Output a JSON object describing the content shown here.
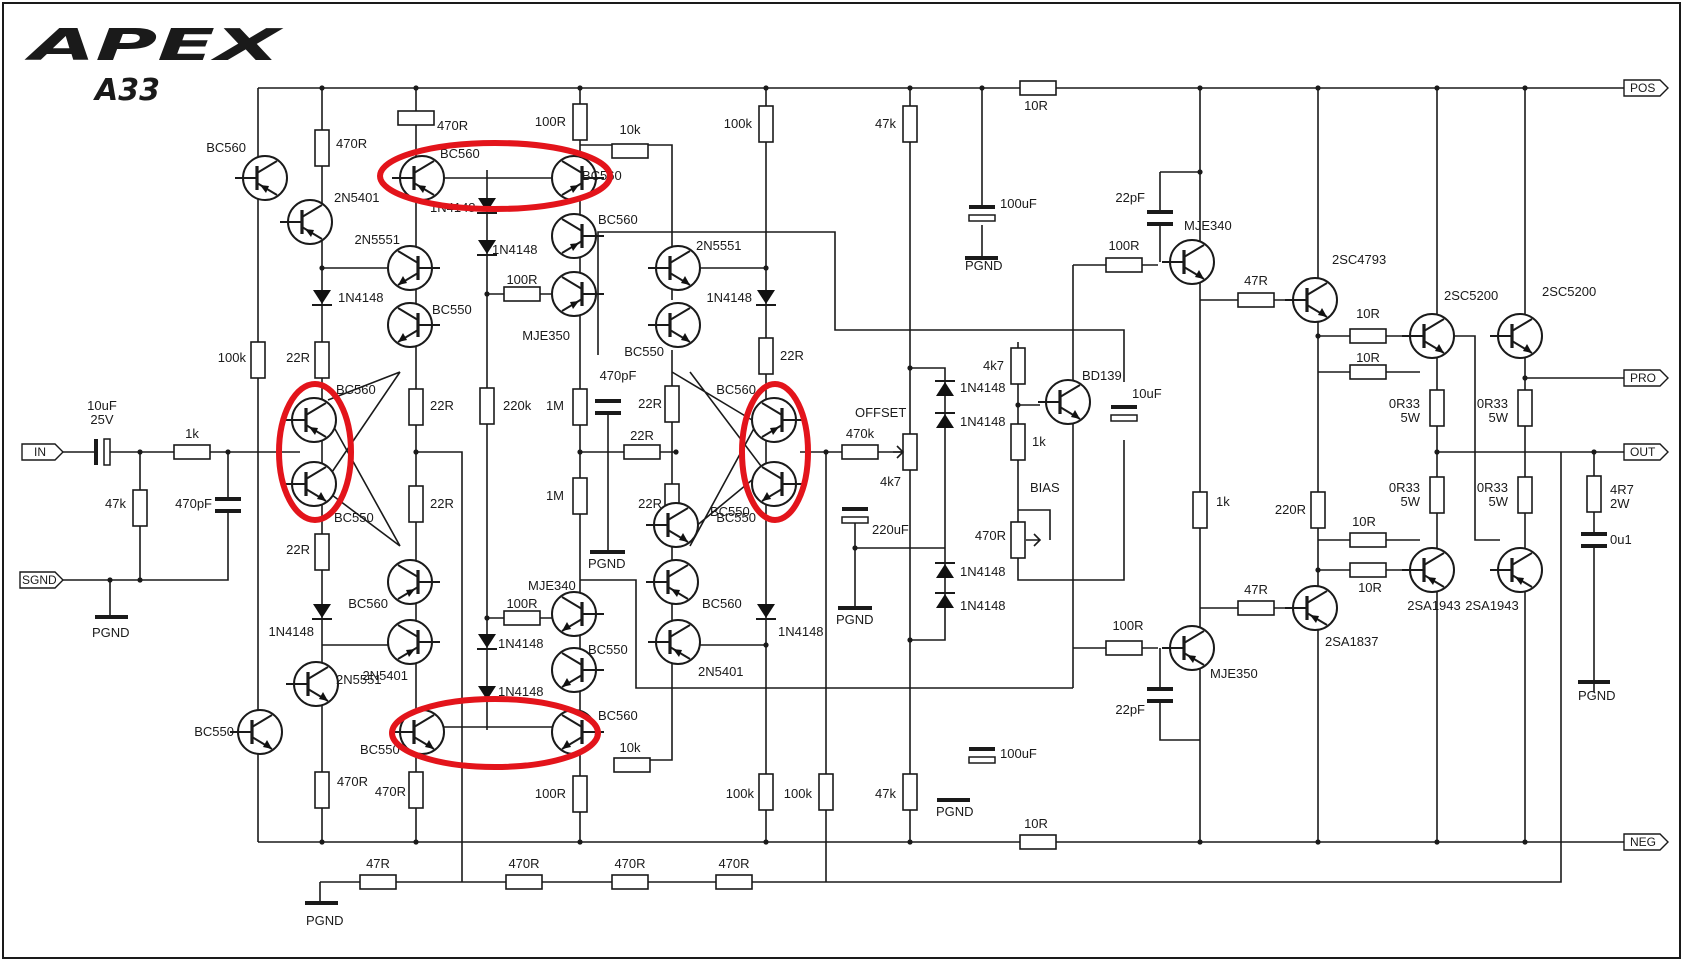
{
  "header": {
    "brand": "APEX",
    "model": "A33"
  },
  "ports": {
    "pos": "POS",
    "neg": "NEG",
    "out": "OUT",
    "pro": "PRO",
    "in": "IN",
    "sgnd": "SGND"
  },
  "labels": {
    "offset": "OFFSET",
    "bias": "BIAS",
    "pgnd": "PGND"
  },
  "transistors": [
    {
      "id": "q1",
      "part": "BC560"
    },
    {
      "id": "q2",
      "part": "2N5401"
    },
    {
      "id": "q3",
      "part": "BC560"
    },
    {
      "id": "q4",
      "part": "BC560"
    },
    {
      "id": "q5",
      "part": "BC560"
    },
    {
      "id": "q6",
      "part": "2N5551"
    },
    {
      "id": "q7",
      "part": "BC550"
    },
    {
      "id": "q8",
      "part": "MJE350"
    },
    {
      "id": "q9",
      "part": "2N5551"
    },
    {
      "id": "q10",
      "part": "BC550"
    },
    {
      "id": "q11",
      "part": "BC560"
    },
    {
      "id": "q12",
      "part": "BC550"
    },
    {
      "id": "q13",
      "part": "BC560"
    },
    {
      "id": "q14",
      "part": "BC550"
    },
    {
      "id": "q15",
      "part": "BC560"
    },
    {
      "id": "q16",
      "part": "2N5401"
    },
    {
      "id": "q17",
      "part": "2N5551"
    },
    {
      "id": "q18",
      "part": "BC550"
    },
    {
      "id": "q19",
      "part": "BC550"
    },
    {
      "id": "q20",
      "part": "MJE340"
    },
    {
      "id": "q21",
      "part": "BC550"
    },
    {
      "id": "q22",
      "part": "BC560"
    },
    {
      "id": "q23",
      "part": "2N5401"
    },
    {
      "id": "q24",
      "part": "BD139"
    },
    {
      "id": "q25",
      "part": "MJE340"
    },
    {
      "id": "q26",
      "part": "2SC4793"
    },
    {
      "id": "q27",
      "part": "2SC5200"
    },
    {
      "id": "q28",
      "part": "2SC5200"
    },
    {
      "id": "q29",
      "part": "MJE350"
    },
    {
      "id": "q30",
      "part": "2SA1837"
    },
    {
      "id": "q31",
      "part": "2SA1943"
    },
    {
      "id": "q32",
      "part": "2SA1943"
    },
    {
      "id": "q33",
      "part": "BC560"
    },
    {
      "id": "q34",
      "part": "BC550"
    }
  ],
  "resistors": [
    {
      "id": "r1",
      "value": "470R"
    },
    {
      "id": "r2",
      "value": "470R"
    },
    {
      "id": "r3",
      "value": "100R"
    },
    {
      "id": "r4",
      "value": "10k"
    },
    {
      "id": "r5",
      "value": "100k"
    },
    {
      "id": "r6",
      "value": "47k"
    },
    {
      "id": "r7",
      "value": "10R"
    },
    {
      "id": "r8",
      "value": "100k"
    },
    {
      "id": "r9",
      "value": "22R"
    },
    {
      "id": "r10",
      "value": "22R"
    },
    {
      "id": "r11",
      "value": "22R"
    },
    {
      "id": "r12",
      "value": "22R"
    },
    {
      "id": "r13",
      "value": "1k"
    },
    {
      "id": "r14",
      "value": "47k"
    },
    {
      "id": "r15",
      "value": "100R"
    },
    {
      "id": "r16",
      "value": "220k"
    },
    {
      "id": "r17",
      "value": "1M"
    },
    {
      "id": "r18",
      "value": "1M"
    },
    {
      "id": "r19",
      "value": "22R"
    },
    {
      "id": "r20",
      "value": "22R"
    },
    {
      "id": "r21",
      "value": "22R"
    },
    {
      "id": "r22",
      "value": "22R"
    },
    {
      "id": "r23",
      "value": "470k"
    },
    {
      "id": "r24",
      "value": "4k7"
    },
    {
      "id": "r25",
      "value": "4k7"
    },
    {
      "id": "r26",
      "value": "1k"
    },
    {
      "id": "r27",
      "value": "470R"
    },
    {
      "id": "r28",
      "value": "100R"
    },
    {
      "id": "r29",
      "value": "47R"
    },
    {
      "id": "r30",
      "value": "10R"
    },
    {
      "id": "r31",
      "value": "10R"
    },
    {
      "id": "r32",
      "value": "0R33\n5W"
    },
    {
      "id": "r33",
      "value": "0R33\n5W"
    },
    {
      "id": "r34",
      "value": "0R33\n5W"
    },
    {
      "id": "r35",
      "value": "0R33\n5W"
    },
    {
      "id": "r36",
      "value": "1k"
    },
    {
      "id": "r37",
      "value": "220R"
    },
    {
      "id": "r38",
      "value": "100R"
    },
    {
      "id": "r39",
      "value": "47R"
    },
    {
      "id": "r40",
      "value": "10R"
    },
    {
      "id": "r41",
      "value": "10R"
    },
    {
      "id": "r42",
      "value": "4R7\n2W"
    },
    {
      "id": "r43",
      "value": "100R"
    },
    {
      "id": "r44",
      "value": "10k"
    },
    {
      "id": "r45",
      "value": "470R"
    },
    {
      "id": "r46",
      "value": "470R"
    },
    {
      "id": "r47",
      "value": "100R"
    },
    {
      "id": "r48",
      "value": "100k"
    },
    {
      "id": "r49",
      "value": "100k"
    },
    {
      "id": "r50",
      "value": "47k"
    },
    {
      "id": "r51",
      "value": "10R"
    },
    {
      "id": "r52",
      "value": "47R"
    },
    {
      "id": "r53",
      "value": "470R"
    },
    {
      "id": "r54",
      "value": "470R"
    },
    {
      "id": "r55",
      "value": "470R"
    }
  ],
  "capacitors": [
    {
      "id": "c1",
      "value": "10uF\n25V"
    },
    {
      "id": "c2",
      "value": "470pF"
    },
    {
      "id": "c3",
      "value": "470pF"
    },
    {
      "id": "c4",
      "value": "220uF"
    },
    {
      "id": "c5",
      "value": "100uF"
    },
    {
      "id": "c6",
      "value": "22pF"
    },
    {
      "id": "c7",
      "value": "10uF"
    },
    {
      "id": "c8",
      "value": "22pF"
    },
    {
      "id": "c9",
      "value": "100uF"
    },
    {
      "id": "c10",
      "value": "0u1"
    }
  ],
  "diodes": [
    {
      "id": "d1",
      "value": "1N4148"
    },
    {
      "id": "d2",
      "value": "1N4148"
    },
    {
      "id": "d3",
      "value": "1N4148"
    },
    {
      "id": "d4",
      "value": "1N4148"
    },
    {
      "id": "d5",
      "value": "1N4148"
    },
    {
      "id": "d6",
      "value": "1N4148"
    },
    {
      "id": "d7",
      "value": "1N4148"
    },
    {
      "id": "d8",
      "value": "1N4148"
    },
    {
      "id": "d9",
      "value": "1N4148"
    },
    {
      "id": "d10",
      "value": "1N4148"
    },
    {
      "id": "d11",
      "value": "1N4148"
    },
    {
      "id": "d12",
      "value": "1N4148"
    }
  ],
  "misc": {
    "r_in_value": "1k"
  }
}
